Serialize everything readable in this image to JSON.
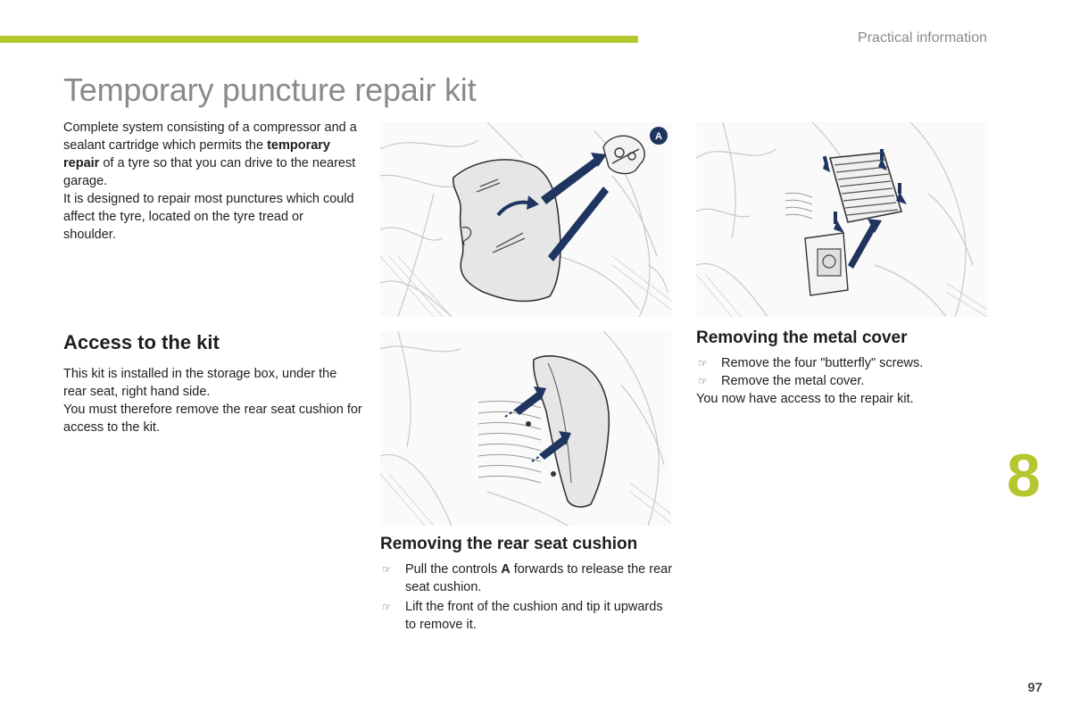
{
  "header": {
    "section_label": "Practical information"
  },
  "title": "Temporary puncture repair kit",
  "intro": {
    "line1_before": "Complete system consisting of a compressor and a sealant cartridge which permits the ",
    "line1_bold": "temporary repair",
    "line1_after": " of a tyre so that you can drive to the nearest garage.",
    "line2": "It is designed to repair most punctures which could affect the tyre, located on the tyre tread or shoulder."
  },
  "access": {
    "heading": "Access to the kit",
    "line1": "This kit is installed in the storage box, under the rear seat, right hand side.",
    "line2": "You must therefore remove the rear seat cushion for access to the kit."
  },
  "illustration_a": {
    "callout": "A"
  },
  "rear_seat": {
    "heading": "Removing the rear seat cushion",
    "step1_before": "Pull the controls ",
    "step1_bold": "A",
    "step1_after": " forwards to release the rear seat cushion.",
    "step2": "Lift the front of the cushion and tip it upwards to remove it."
  },
  "metal_cover": {
    "heading": "Removing the metal cover",
    "step1": "Remove the four \"butterfly\" screws.",
    "step2": "Remove the metal cover.",
    "after": "You now have access to the repair kit."
  },
  "bullet_glyph": "☞",
  "chapter_number": "8",
  "page_number": "97",
  "colors": {
    "accent": "#b4c72e",
    "heading_grey": "#8a8a8a",
    "arrow_navy": "#1f3560",
    "text": "#1e1e1e"
  }
}
